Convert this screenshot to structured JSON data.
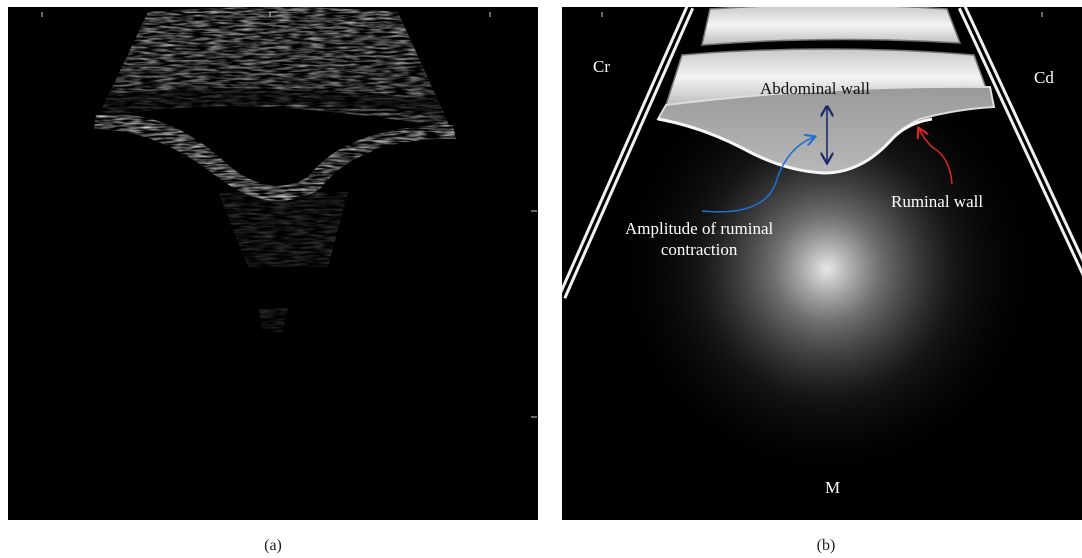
{
  "panel_a": {
    "caption": "(a)"
  },
  "panel_b": {
    "caption": "(b)",
    "labels": {
      "cranial": "Cr",
      "caudal": "Cd",
      "medial": "M",
      "abdominal_wall": "Abdominal wall",
      "ruminal_wall": "Ruminal wall",
      "amplitude_line1": "Amplitude of ruminal",
      "amplitude_line2": "contraction"
    },
    "colors": {
      "amplitude_arrow": "#1f6fd6",
      "ruminal_arrow": "#e0281c",
      "double_arrow": "#1a2a6a"
    }
  }
}
